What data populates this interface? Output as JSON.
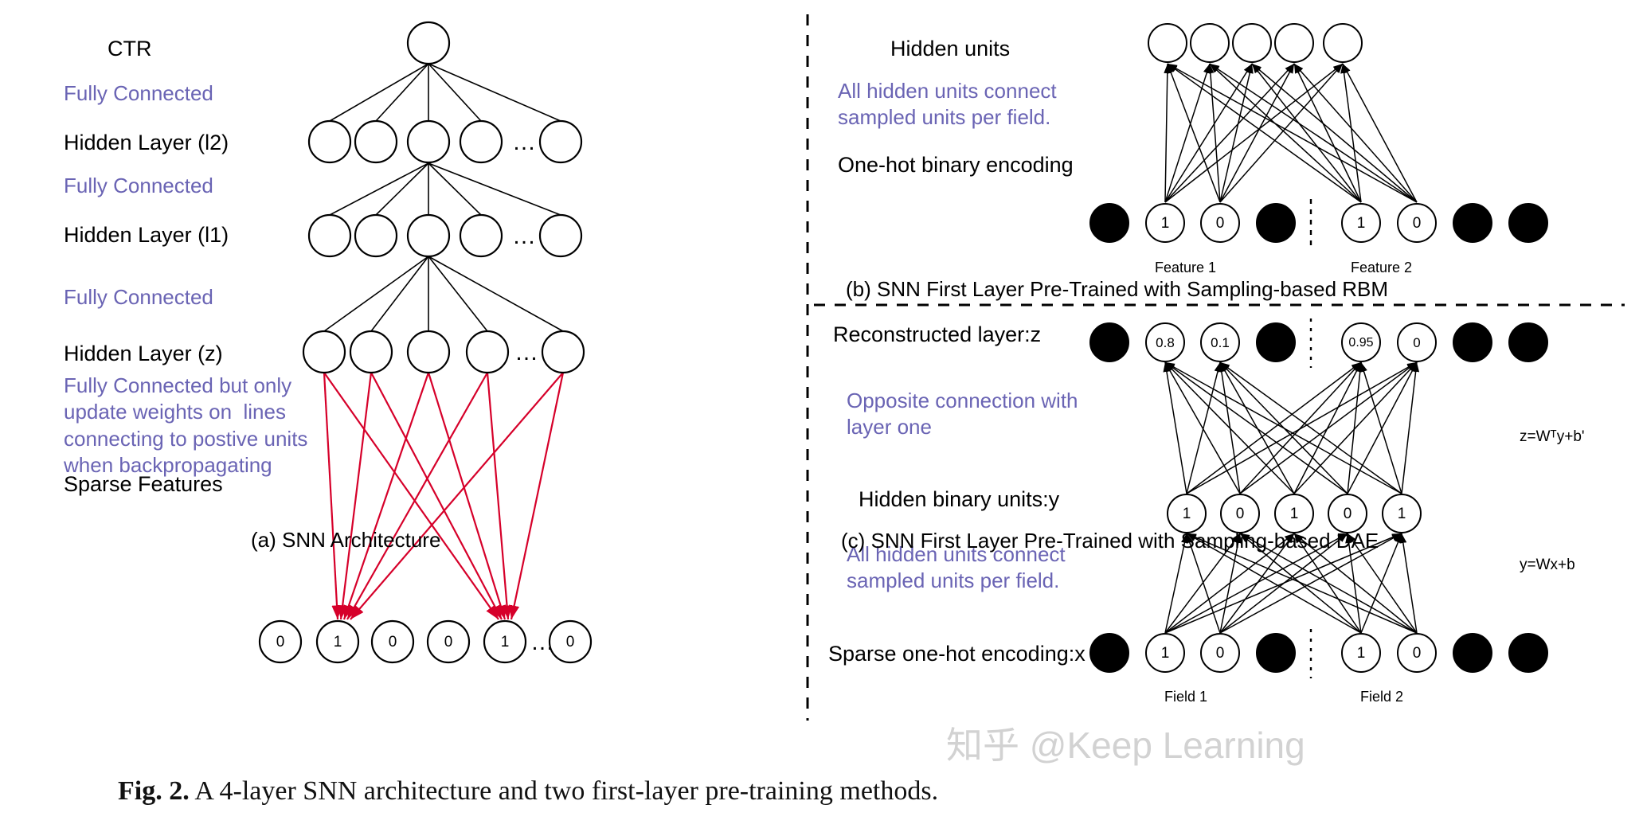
{
  "figure": {
    "caption_prefix": "Fig. 2.",
    "caption_text": " A 4-layer SNN architecture and two first-layer pre-training methods.",
    "watermark": "知乎 @Keep Learning",
    "colors": {
      "annotation_purple": "#6a64b4",
      "sparse_edge_red": "#d6002a",
      "edge_black": "#000000",
      "node_fill_white": "#ffffff",
      "node_fill_black": "#000000"
    }
  },
  "panel_a": {
    "title": "(a) SNN Architecture",
    "labels": [
      {
        "text": "CTR",
        "kind": "black"
      },
      {
        "text": "Fully Connected",
        "kind": "purple"
      },
      {
        "text": "Hidden Layer (l2)",
        "kind": "black"
      },
      {
        "text": "Fully Connected",
        "kind": "purple"
      },
      {
        "text": "Hidden Layer (l1)",
        "kind": "black"
      },
      {
        "text": "Fully Connected",
        "kind": "purple"
      },
      {
        "text": "Hidden Layer (z)",
        "kind": "black"
      },
      {
        "text": "Sparse Features",
        "kind": "black"
      }
    ],
    "note": "Fully Connected but only\nupdate weights on  lines\nconnecting to postive units\nwhen backpropagating",
    "layers": {
      "output": {
        "count": 1,
        "values": [
          ""
        ]
      },
      "l2": {
        "count": 5,
        "values": [
          "",
          "",
          "",
          "",
          ""
        ],
        "ellipsis_before_last": true
      },
      "l1": {
        "count": 5,
        "values": [
          "",
          "",
          "",
          "",
          ""
        ],
        "ellipsis_before_last": true
      },
      "z": {
        "count": 5,
        "values": [
          "",
          "",
          "",
          "",
          ""
        ],
        "ellipsis_before_last": true
      },
      "sparse": {
        "count": 7,
        "values": [
          "0",
          "1",
          "0",
          "0",
          "1",
          "0"
        ],
        "ellipsis_before_last": true
      }
    }
  },
  "panel_b": {
    "title": "(b) SNN First Layer Pre-Trained with Sampling-based RBM",
    "labels": {
      "hidden_units": "Hidden units",
      "connect_note": "All hidden units connect\nsampled units per field.",
      "encoding": "One-hot binary encoding"
    },
    "hidden_units": [
      "",
      "",
      "",
      "",
      ""
    ],
    "input_units": [
      {
        "value": "",
        "filled": true
      },
      {
        "value": "1",
        "filled": false
      },
      {
        "value": "0",
        "filled": false
      },
      {
        "value": "",
        "filled": true
      },
      {
        "value": "1",
        "filled": false
      },
      {
        "value": "0",
        "filled": false
      },
      {
        "value": "",
        "filled": true
      },
      {
        "value": "",
        "filled": true
      }
    ],
    "group_labels": [
      "Feature 1",
      "Feature 2"
    ]
  },
  "panel_c": {
    "title": "(c) SNN First Layer Pre-Trained with Sampling-based DAE",
    "labels": {
      "reconstructed": "Reconstructed layer:z",
      "opposite_note": "Opposite connection with\nlayer one",
      "hidden_binary": "Hidden binary units:y",
      "connect_note": "All hidden units connect\nsampled units per field.",
      "sparse_encoding": "Sparse one-hot encoding:x"
    },
    "equations": {
      "decoder": "z=Wᵀy+b'",
      "encoder": "y=Wx+b"
    },
    "reconstructed_units": [
      {
        "value": "",
        "filled": true
      },
      {
        "value": "0.8",
        "filled": false
      },
      {
        "value": "0.1",
        "filled": false
      },
      {
        "value": "",
        "filled": true
      },
      {
        "value": "0.95",
        "filled": false
      },
      {
        "value": "0",
        "filled": false
      },
      {
        "value": "",
        "filled": true
      },
      {
        "value": "",
        "filled": true
      }
    ],
    "hidden_units": [
      "1",
      "0",
      "1",
      "0",
      "1"
    ],
    "input_units": [
      {
        "value": "",
        "filled": true
      },
      {
        "value": "1",
        "filled": false
      },
      {
        "value": "0",
        "filled": false
      },
      {
        "value": "",
        "filled": true
      },
      {
        "value": "1",
        "filled": false
      },
      {
        "value": "0",
        "filled": false
      },
      {
        "value": "",
        "filled": true
      },
      {
        "value": "",
        "filled": true
      }
    ],
    "group_labels": [
      "Field 1",
      "Field 2"
    ]
  }
}
